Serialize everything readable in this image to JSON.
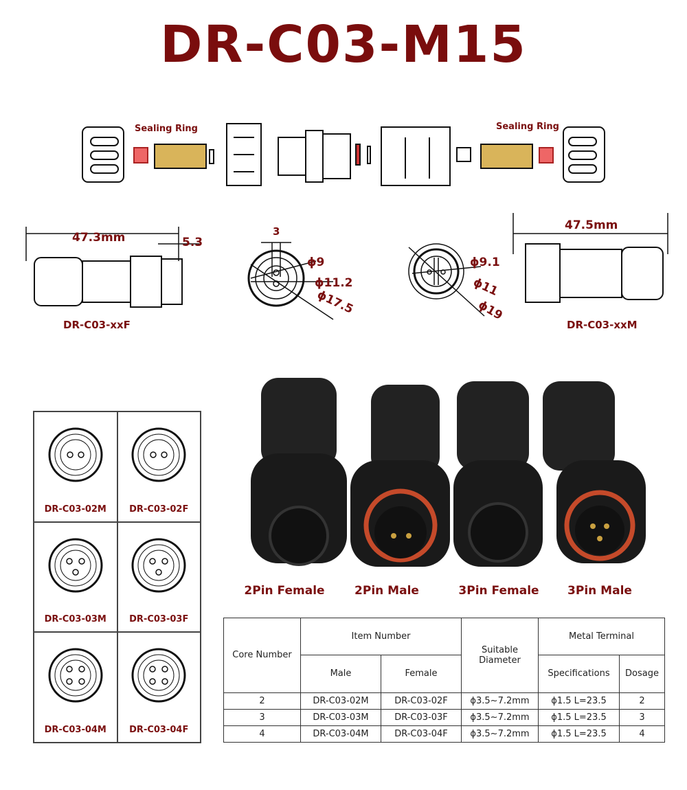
{
  "title": "DR-C03-M15",
  "exploded": {
    "sealing_ring_left": "Sealing Ring",
    "sealing_ring_right": "Sealing Ring"
  },
  "dimensions": {
    "female": {
      "length": "47.3mm",
      "thread": "5.3",
      "model": "DR-C03-xxF"
    },
    "female_face": {
      "pin_pitch": "3",
      "d1": "ϕ9",
      "d2": "ϕ11.2",
      "d3": "ϕ17.5"
    },
    "male_face": {
      "d1": "ϕ9.1",
      "d2": "ϕ11",
      "d3": "ϕ19"
    },
    "male": {
      "length": "47.5mm",
      "model": "DR-C03-xxM"
    }
  },
  "pinouts": [
    {
      "label": "DR-C03-02M",
      "pins": 2
    },
    {
      "label": "DR-C03-02F",
      "pins": 2
    },
    {
      "label": "DR-C03-03M",
      "pins": 3
    },
    {
      "label": "DR-C03-03F",
      "pins": 3
    },
    {
      "label": "DR-C03-04M",
      "pins": 4
    },
    {
      "label": "DR-C03-04F",
      "pins": 4
    }
  ],
  "photos": [
    "2Pin Female",
    "2Pin Male",
    "3Pin Female",
    "3Pin Male"
  ],
  "table": {
    "headers": {
      "core": "Core Number",
      "item": "Item Number",
      "male": "Male",
      "female": "Female",
      "diameter": "Suitable Diameter",
      "terminal": "Metal Terminal",
      "spec": "Specifications",
      "dosage": "Dosage"
    },
    "rows": [
      {
        "core": "2",
        "male": "DR-C03-02M",
        "female": "DR-C03-02F",
        "diameter": "ϕ3.5~7.2mm",
        "spec": "ϕ1.5   L=23.5",
        "dosage": "2"
      },
      {
        "core": "3",
        "male": "DR-C03-03M",
        "female": "DR-C03-03F",
        "diameter": "ϕ3.5~7.2mm",
        "spec": "ϕ1.5   L=23.5",
        "dosage": "3"
      },
      {
        "core": "4",
        "male": "DR-C03-04M",
        "female": "DR-C03-04F",
        "diameter": "ϕ3.5~7.2mm",
        "spec": "ϕ1.5   L=23.5",
        "dosage": "4"
      }
    ]
  }
}
